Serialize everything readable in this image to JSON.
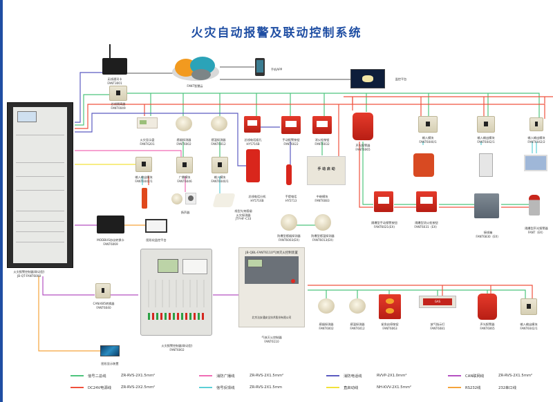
{
  "title": "火灾自动报警及联动控制系统",
  "colors": {
    "brand_blue": "#1f4ea3",
    "signal_bus": "#4cc47c",
    "dc24v_power": "#f0503c",
    "broadcast": "#f06bb5",
    "signal_feedback": "#5ccfd6",
    "fire_phone": "#5a5ac0",
    "direct_start": "#f2e23a",
    "can_network": "#b44fc1",
    "rs232": "#f5a43a",
    "cloud_line": "#555555"
  },
  "devices": {
    "wireless_comm_card": {
      "name": "无线通讯卡",
      "model": "FANT3001"
    },
    "cloud_platform": {
      "name": "FANT智慧云"
    },
    "mobile_app": {
      "name": "手机APP"
    },
    "monitor_platform": {
      "name": "监控平台"
    },
    "isolator": {
      "name": "总线隔离器",
      "model": "FANT0049"
    },
    "fire_display_panel": {
      "name": "火灾显示盘",
      "model": "FANT6201"
    },
    "smoke_detector": {
      "name": "感烟探测器",
      "model": "FANT6002"
    },
    "heat_detector": {
      "name": "感温探测器",
      "model": "FANT6012"
    },
    "fire_phone_ext": {
      "name": "总线电话插孔",
      "model": "HY5716B"
    },
    "manual_alarm_button": {
      "name": "手动报警按钮",
      "model": "FANT6022"
    },
    "hydrant_button": {
      "name": "消火栓按钮",
      "model": "FANT6032"
    },
    "sound_light_alarm_top": {
      "name": "声光报警器",
      "model": "FANT6065"
    },
    "input_module_top": {
      "name": "输入模块",
      "model": "FANT6040/1"
    },
    "io_module_top_1": {
      "name": "输入输出模块",
      "model": "FANT6042/1"
    },
    "io_module_top_2": {
      "name": "输入输出模块",
      "model": "FANT6042/2"
    },
    "io_module_left": {
      "name": "输入输出模块",
      "model": "FANT6042/1"
    },
    "broadcast_module": {
      "name": "广播模块",
      "model": "FANT6046"
    },
    "input_module_mid": {
      "name": "输入模块",
      "model": "FANT6040/1"
    },
    "speaker": {
      "name": "扬声器"
    },
    "beam_detector": {
      "name": "线型光束感烟",
      "sub": "火灾探测器",
      "model": "JTY-HF-C33"
    },
    "fire_phone_ext_handset": {
      "name": "总线电话分机",
      "model": "HY5716B"
    },
    "handheld_phone": {
      "name": "手提电话",
      "model": "HY5713"
    },
    "intermediate_module": {
      "name": "中继模块",
      "model": "FANT6083"
    },
    "exp_smoke_detector": {
      "name": "防爆型感烟探测器",
      "model": "FANT6003(EX)"
    },
    "exp_heat_detector": {
      "name": "防爆型感温探测器",
      "model": "FANT6013(EX)"
    },
    "exp_manual_button": {
      "name": "隔爆型手动报警按钮",
      "model": "FANT6021(EX)"
    },
    "exp_hydrant_button": {
      "name": "隔爆型消火栓按钮",
      "model": "FANT6031（EX）"
    },
    "junction_box": {
      "name": "接线箱",
      "model": "FANT6830（EX）"
    },
    "exp_sound_light": {
      "name": "隔爆型声光报警器",
      "model": "FANT（EX）"
    },
    "modbus_card": {
      "name": "MODBUS协议转换卡",
      "model": "FANT6069"
    },
    "monitor_computer": {
      "name": "图形化监控平台"
    },
    "main_cabinet": {
      "name": "火灾报警控制器(联动型)",
      "model": "JB-QT-FANT6008"
    },
    "can_repeater": {
      "name": "CAN/485转换器",
      "model": "FANT6040"
    },
    "wall_controller": {
      "name": "火灾报警控制器(联动型)",
      "model": "FANT6002"
    },
    "gas_controller": {
      "name": "气体灭火控制器",
      "model": "FANT6110",
      "panel_title": "JB-QBL-FANT6110气体灭火控制装置",
      "panel_footer": "北京法安通安全技术股份有限公司"
    },
    "graphic_display": {
      "name": "图形显示装置"
    },
    "gas_smoke_detector": {
      "name": "感烟探测器",
      "model": "FANT6002"
    },
    "gas_heat_detector": {
      "name": "感温探测器",
      "model": "FANT6012"
    },
    "emergency_button": {
      "name": "紧急启停按钮",
      "model": "FANT6063"
    },
    "gas_indicator": {
      "name": "放气指示灯",
      "model": "FANT6081",
      "text": "GAS"
    },
    "gas_sound_light": {
      "name": "声光报警器",
      "model": "FANT6065"
    },
    "gas_io_module": {
      "name": "输入输出模块",
      "model": "FANT6042/1"
    },
    "start_panel_text": "手 动 启 动"
  },
  "legend": [
    {
      "name": "信号二总线",
      "spec": "ZR-RVS-2X1.5mm²",
      "color_key": "signal_bus"
    },
    {
      "name": "DC24V电源线",
      "spec": "ZR-RVS-2X2.5mm²",
      "color_key": "dc24v_power"
    },
    {
      "name": "消防广播线",
      "spec": "ZR-RVS-2X1.5mm²",
      "color_key": "broadcast"
    },
    {
      "name": "信号反馈线",
      "spec": "ZR-RVS-2X1.5mm",
      "color_key": "signal_feedback"
    },
    {
      "name": "消防电话线",
      "spec": "RVVP-2X1.0mm²",
      "color_key": "fire_phone"
    },
    {
      "name": "直启动线",
      "spec": "NH-KVV-2X1.5mm²",
      "color_key": "direct_start"
    },
    {
      "name": "CAN联网线",
      "spec": "ZR-RVS-2X1.5mm²",
      "color_key": "can_network"
    },
    {
      "name": "RS232线",
      "spec": "232串口线",
      "color_key": "rs232"
    }
  ]
}
